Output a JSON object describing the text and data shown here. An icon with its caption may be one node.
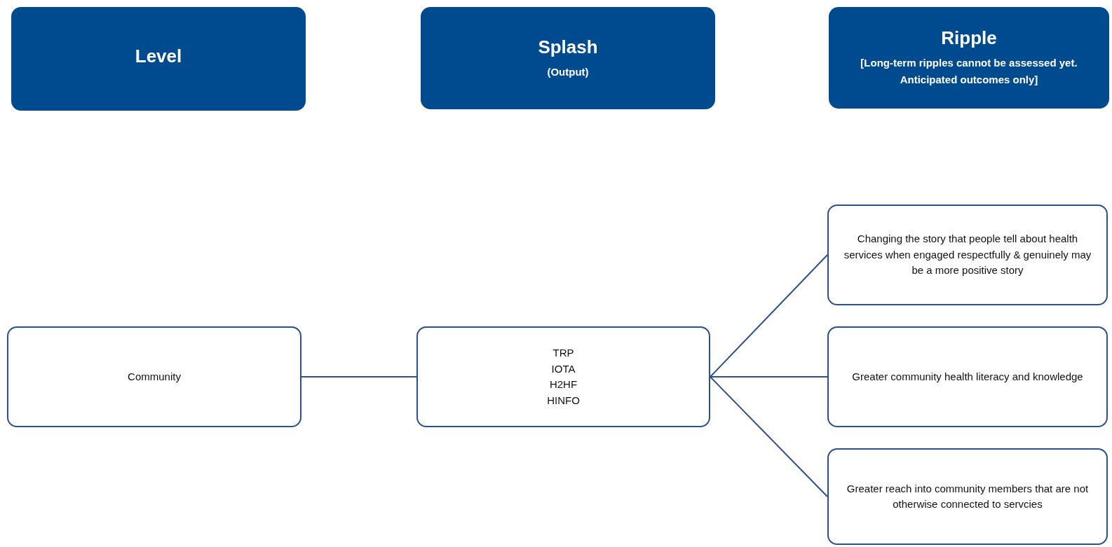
{
  "diagram": {
    "nodes": [
      {
        "text": [
          "Level"
        ]
      },
      {
        "text": [
          "Splash",
          "(Output)"
        ]
      },
      {
        "text": [
          "Ripple",
          "[Long-term ripples cannot be assessed yet. Anticipated outcomes only]"
        ]
      },
      {
        "text": [
          "Community"
        ]
      },
      {
        "text": [
          "TRP",
          "IOTA",
          "H2HF",
          "HINFO"
        ]
      },
      {
        "text": [
          "Changing the story that people tell about health services when engaged respectfully & genuinely may be a more positive story"
        ]
      },
      {
        "text": [
          "Greater community health literacy and knowledge"
        ]
      },
      {
        "text": [
          "Greater reach into community members that are not otherwise connected to servcies"
        ]
      }
    ],
    "edges": [
      {
        "from": 3,
        "to": 4,
        "arrow": "none"
      },
      {
        "from": 4,
        "to": 5,
        "arrow": "none"
      },
      {
        "from": 4,
        "to": 6,
        "arrow": "none"
      },
      {
        "from": 4,
        "to": 7,
        "arrow": "none"
      }
    ]
  }
}
